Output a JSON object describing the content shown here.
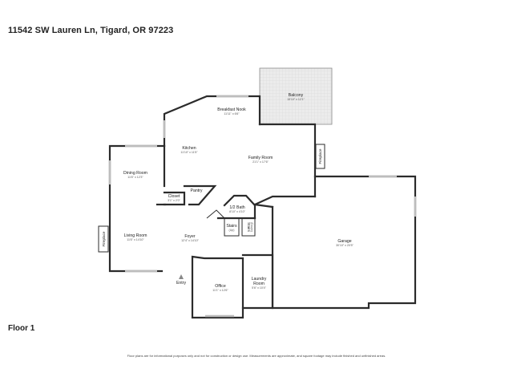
{
  "header": {
    "address": "11542 SW Lauren Ln, Tigard, OR 97223"
  },
  "floor": {
    "label": "Floor 1"
  },
  "footer": {
    "disclaimer": "Floor plans are for informational purposes only and not for construction or design use. Measurements are approximate, and square footage may include finished and unfinished areas."
  },
  "rooms": {
    "balcony": {
      "name": "Balcony",
      "dims": "15'10\" x 12'1\""
    },
    "breakfast_nook": {
      "name": "Breakfast Nook",
      "dims": "11'11\" x 6'6\""
    },
    "kitchen": {
      "name": "Kitchen",
      "dims": "11'10\" x 11'5\""
    },
    "family_room": {
      "name": "Family Room",
      "dims": "21'1\" x 17'6\""
    },
    "dining_room": {
      "name": "Dining Room",
      "dims": "11'6\" x 12'3\""
    },
    "pantry": {
      "name": "Pantry"
    },
    "closet": {
      "name": "Closet",
      "dims": "3'1\" x 2'0\""
    },
    "half_bath": {
      "name": "1/2 Bath",
      "dims": "8'10\" x 4'10\""
    },
    "stairs_up": {
      "name": "Stairs",
      "direction": "(Up)"
    },
    "stairs_down": {
      "name": "Stairs",
      "direction": "(Down)"
    },
    "living_room": {
      "name": "Living Room",
      "dims": "11'6\" x 14'10\""
    },
    "foyer": {
      "name": "Foyer",
      "dims": "12'4\" x 14'10\""
    },
    "garage": {
      "name": "Garage",
      "dims": "30'10\" x 20'5\""
    },
    "office": {
      "name": "Office",
      "dims": "11'1\" x 12'6\""
    },
    "laundry": {
      "name": "Laundry",
      "name2": "Room",
      "dims": "5'6\" x 10'4\""
    },
    "entry": {
      "name": "Entry"
    }
  },
  "fixtures": {
    "fireplace_left": "Fireplace",
    "fireplace_right": "Fireplace"
  },
  "colors": {
    "wall": "#2b2b2b",
    "window": "#bdbdbd",
    "balcony_fill": "#e8e8e8"
  }
}
